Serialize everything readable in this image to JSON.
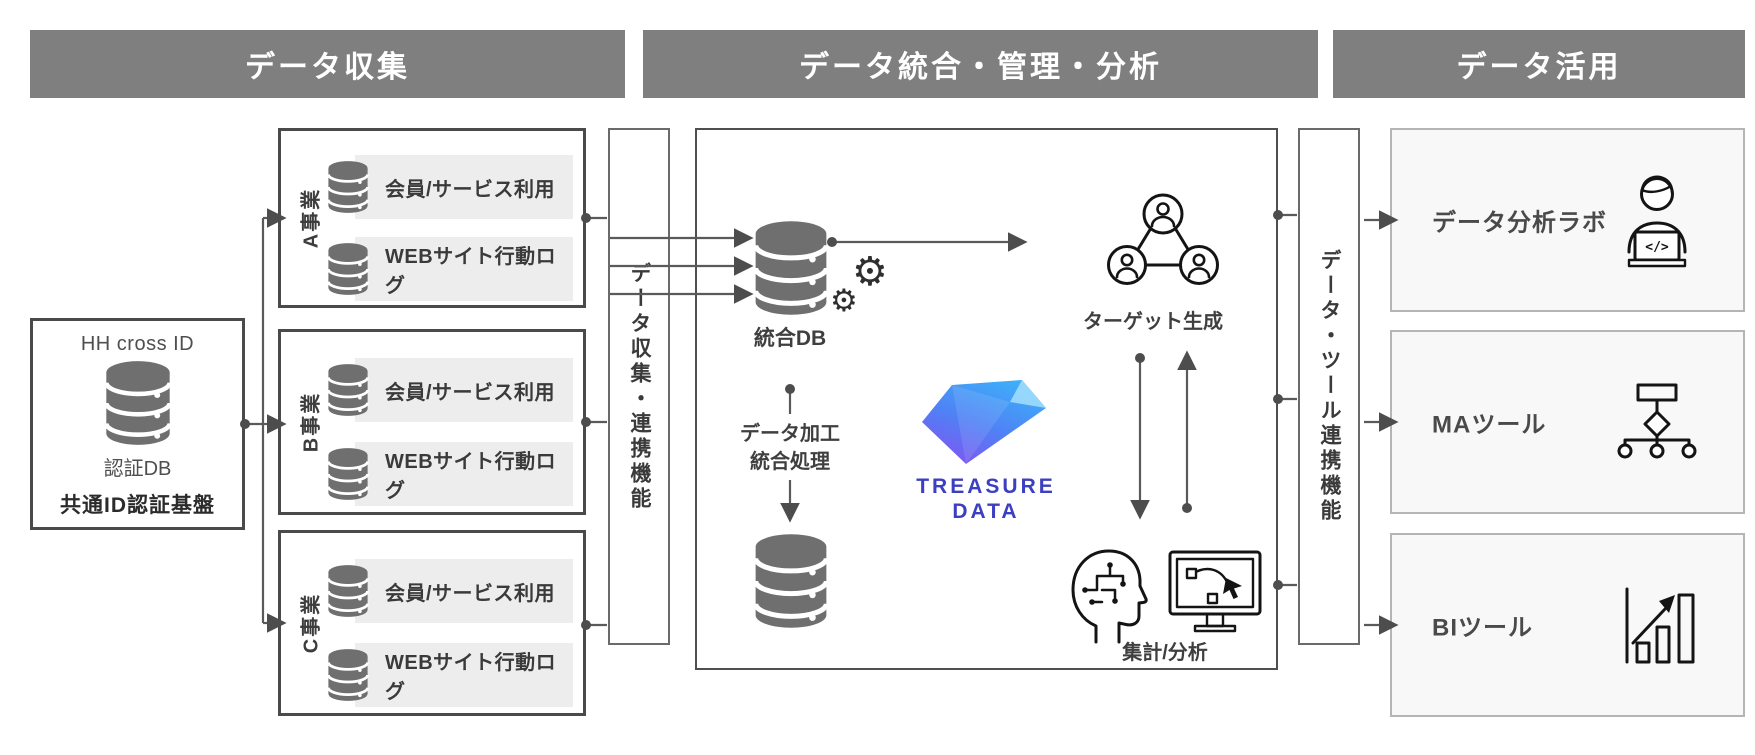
{
  "headers": [
    {
      "label": "データ収集"
    },
    {
      "label": "データ統合・管理・分析"
    },
    {
      "label": "データ活用"
    }
  ],
  "id_platform": {
    "title": "HH cross ID",
    "db_label": "認証DB",
    "caption": "共通ID認証基盤"
  },
  "businesses": [
    {
      "name": "A事業",
      "rows": [
        "会員/サービス利用",
        "WEBサイト行動ログ"
      ]
    },
    {
      "name": "B事業",
      "rows": [
        "会員/サービス利用",
        "WEBサイト行動ログ"
      ]
    },
    {
      "name": "C事業",
      "rows": [
        "会員/サービス利用",
        "WEBサイト行動ログ"
      ]
    }
  ],
  "collect_bar": {
    "label": "データ収集・連携機能"
  },
  "center": {
    "integrated_db_label": "統合DB",
    "processing_line1": "データ加工",
    "processing_line2": "統合処理",
    "target_label": "ターゲット生成",
    "analysis_label": "集計/分析",
    "brand_line1": "TREASURE",
    "brand_line2": "DATA"
  },
  "tool_bar": {
    "label": "データ・ツール連携機能"
  },
  "destinations": [
    {
      "label": "データ分析ラボ",
      "icon": "person-laptop-icon"
    },
    {
      "label": "MAツール",
      "icon": "flowchart-icon"
    },
    {
      "label": "BIツール",
      "icon": "bar-chart-icon"
    }
  ],
  "icons": {
    "gear": "⚙"
  },
  "colors": {
    "header_bg": "#7f7f7f",
    "header_text": "#ffffff",
    "box_border_dark": "#4a4a4a",
    "box_border_light": "#b5b5b5",
    "dest_bg": "#f8f8f8",
    "row_bg": "#ededed",
    "db_icon": "#6f6f6f",
    "connector": "#5a5a5a",
    "brand_text": "#3c3fc1",
    "gem_blue": "#3eaef9",
    "gem_purple": "#8253f1",
    "gem_facet": "#9bd9fc"
  }
}
